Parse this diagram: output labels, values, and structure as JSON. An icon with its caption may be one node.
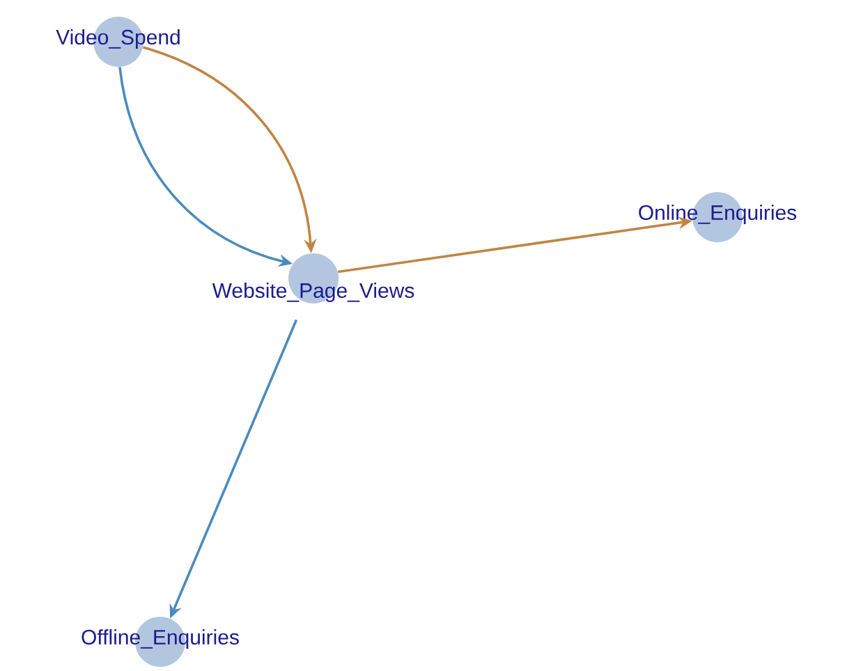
{
  "diagram": {
    "nodes": [
      {
        "text": [
          "Video_Spend"
        ]
      },
      {
        "text": [
          "Website_Page_Views"
        ]
      },
      {
        "text": [
          "Online_Enquiries"
        ]
      },
      {
        "text": [
          "Offline_Enquiries"
        ]
      }
    ],
    "edges": [
      {
        "from": 0,
        "to": 1,
        "arrow": "to",
        "color": "#4a8bbf"
      },
      {
        "from": 0,
        "to": 1,
        "arrow": "to",
        "color": "#c08545"
      },
      {
        "from": 1,
        "to": 2,
        "arrow": "to",
        "color": "#c08545"
      },
      {
        "from": 1,
        "to": 3,
        "arrow": "to",
        "color": "#4a8bbf"
      }
    ]
  }
}
